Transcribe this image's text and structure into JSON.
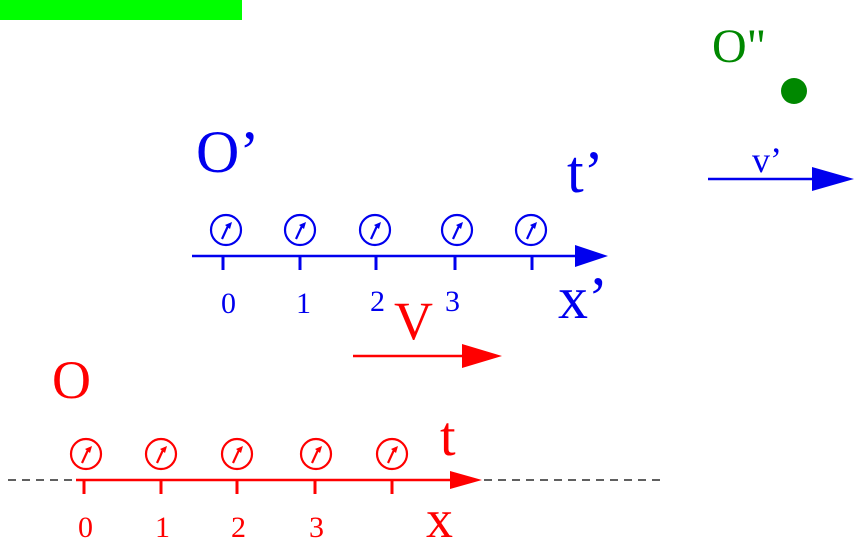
{
  "colors": {
    "blue": "#0000ee",
    "red": "#ff0000",
    "green": "#008800",
    "bright_green": "#00ff00",
    "dashed_line": "#000000"
  },
  "frame_O_prime": {
    "label": "O’",
    "time_label": "t’",
    "axis_label": "x’",
    "ticks": [
      "0",
      "1",
      "2",
      "3"
    ],
    "clock_count": 5
  },
  "frame_O": {
    "label": "O",
    "time_label": "t",
    "axis_label": "x",
    "ticks": [
      "0",
      "1",
      "2",
      "3"
    ],
    "clock_count": 5
  },
  "observer_O_double_prime": {
    "label": "O\"",
    "velocity_label": "v’"
  },
  "relative_velocity": {
    "label": "V"
  },
  "icons": {
    "clock": "clock-icon",
    "dot": "observer-dot-icon",
    "arrow": "arrow-icon"
  }
}
